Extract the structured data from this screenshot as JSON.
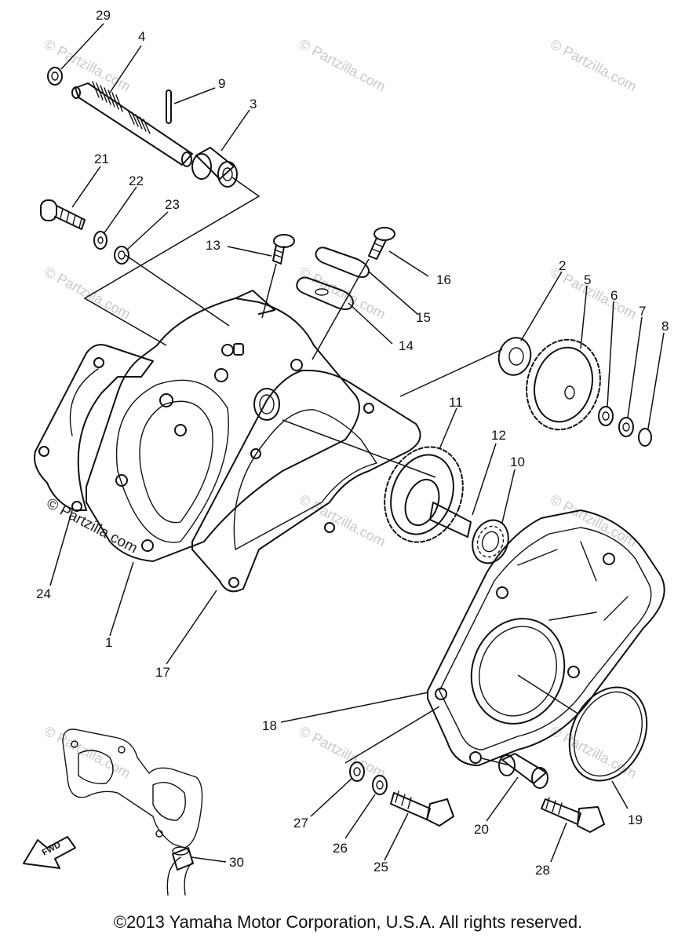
{
  "diagram": {
    "part_labels": [
      {
        "id": "29",
        "text": "29"
      },
      {
        "id": "4",
        "text": "4"
      },
      {
        "id": "9",
        "text": "9"
      },
      {
        "id": "3",
        "text": "3"
      },
      {
        "id": "21",
        "text": "21"
      },
      {
        "id": "22",
        "text": "22"
      },
      {
        "id": "23",
        "text": "23"
      },
      {
        "id": "13",
        "text": "13"
      },
      {
        "id": "16",
        "text": "16"
      },
      {
        "id": "15",
        "text": "15"
      },
      {
        "id": "14",
        "text": "14"
      },
      {
        "id": "2",
        "text": "2"
      },
      {
        "id": "5",
        "text": "5"
      },
      {
        "id": "6",
        "text": "6"
      },
      {
        "id": "7",
        "text": "7"
      },
      {
        "id": "8",
        "text": "8"
      },
      {
        "id": "11",
        "text": "11"
      },
      {
        "id": "12",
        "text": "12"
      },
      {
        "id": "10",
        "text": "10"
      },
      {
        "id": "24",
        "text": "24"
      },
      {
        "id": "1",
        "text": "1"
      },
      {
        "id": "17",
        "text": "17"
      },
      {
        "id": "18",
        "text": "18"
      },
      {
        "id": "19",
        "text": "19"
      },
      {
        "id": "27",
        "text": "27"
      },
      {
        "id": "26",
        "text": "26"
      },
      {
        "id": "25",
        "text": "25"
      },
      {
        "id": "20",
        "text": "20"
      },
      {
        "id": "28",
        "text": "28"
      },
      {
        "id": "30",
        "text": "30"
      }
    ],
    "fwd_label": "FWD",
    "watermark_text": "© Partzilla.com",
    "copyright": "©2013 Yamaha Motor Corporation, U.S.A. All rights reserved."
  }
}
